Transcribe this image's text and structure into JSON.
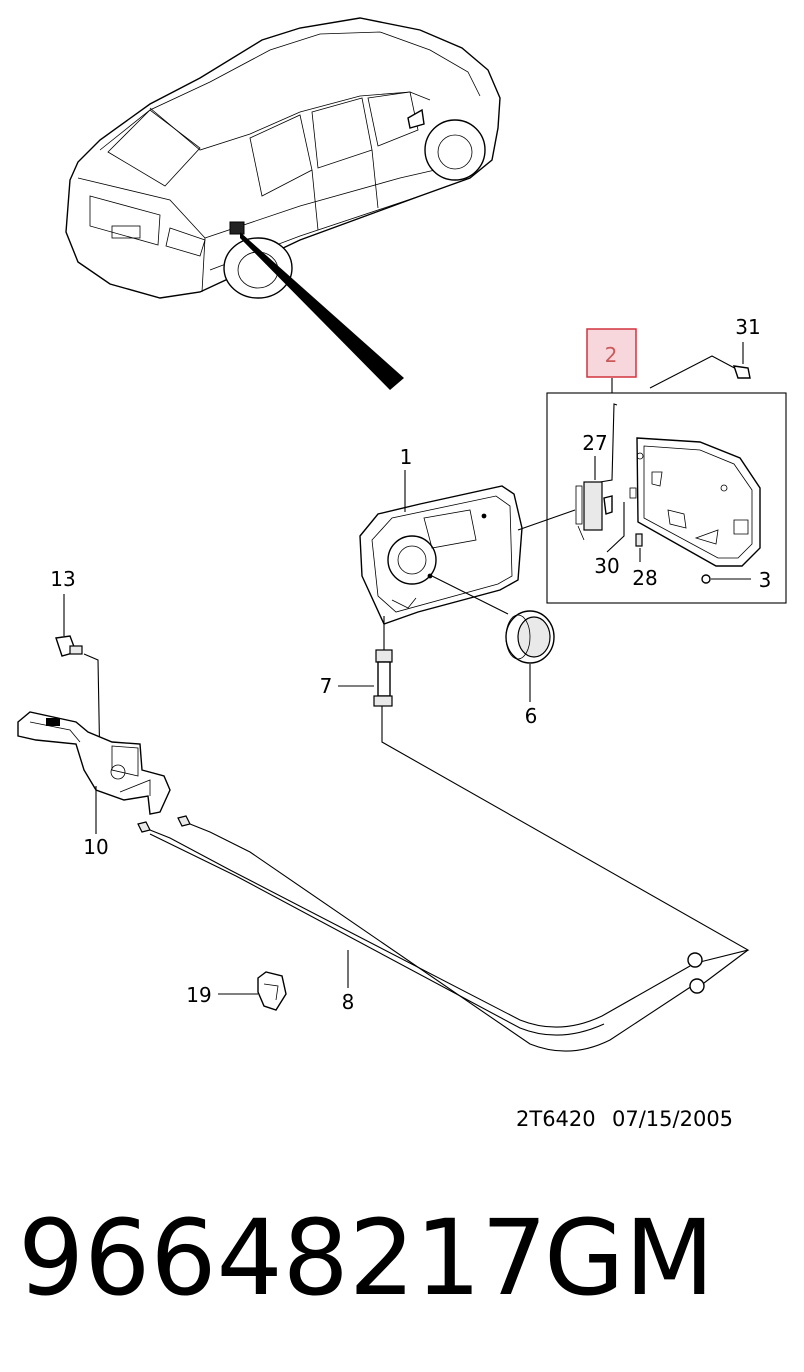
{
  "diagram": {
    "callouts": {
      "c1": "1",
      "c2": "2",
      "c3": "3",
      "c6": "6",
      "c7": "7",
      "c8": "8",
      "c10": "10",
      "c13": "13",
      "c19": "19",
      "c27": "27",
      "c28": "28",
      "c30": "30",
      "c31": "31"
    },
    "highlighted_callout": "2",
    "highlight_color": "#f7d6dc",
    "highlight_border": "#d2343e"
  },
  "reference": {
    "code": "2T6420",
    "date": "07/15/2005"
  },
  "part_number": "96648217",
  "brand": "GM"
}
